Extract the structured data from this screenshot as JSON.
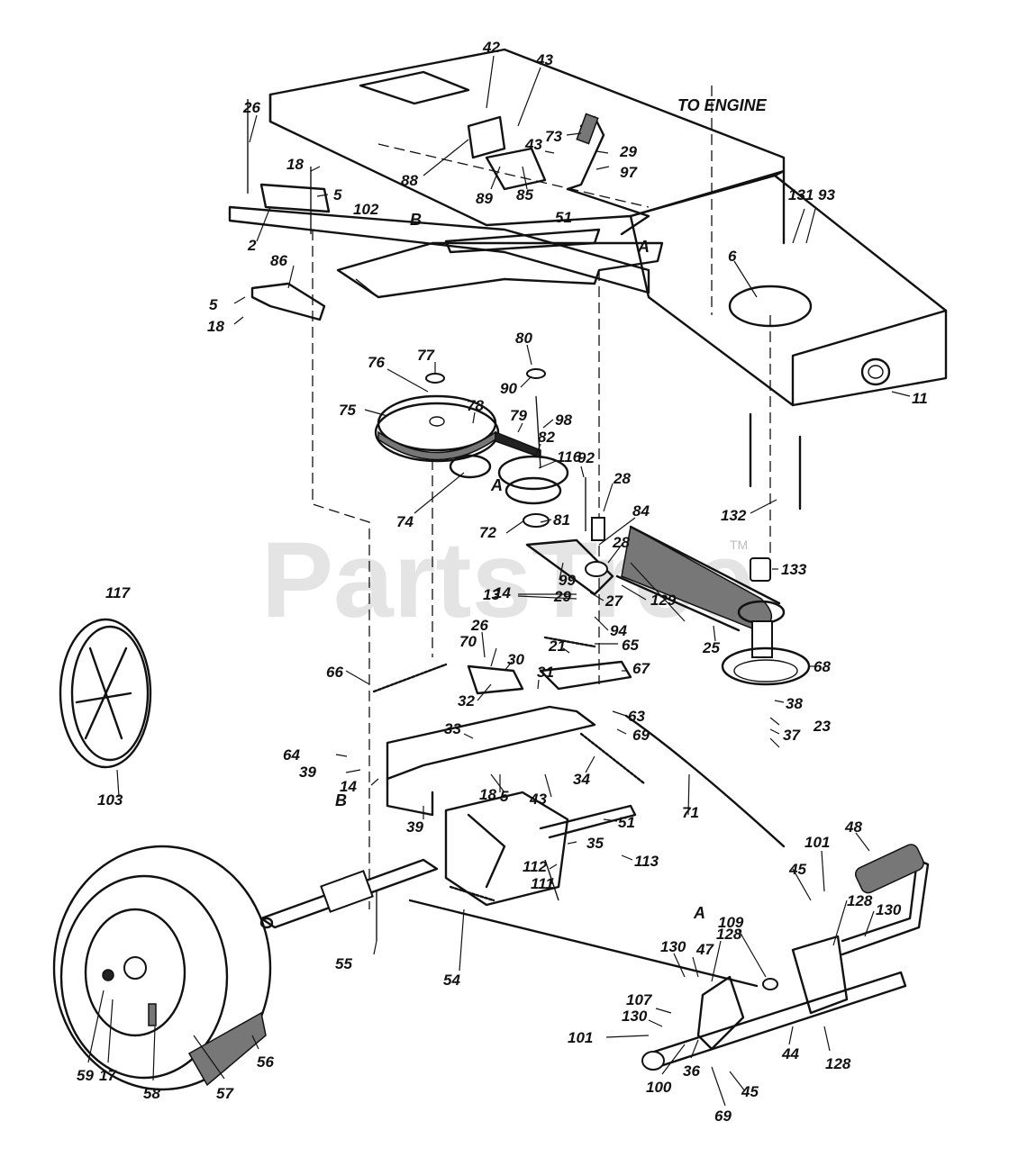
{
  "diagram": {
    "headings": {
      "to_engine": "TO ENGINE",
      "view_a_top": "A",
      "view_a_bottom": "A",
      "view_a_belt": "A",
      "view_b_top": "B",
      "view_b_bottom": "B"
    },
    "watermark": "PartsTree",
    "trademark": "TM",
    "callouts": [
      {
        "id": "c42",
        "label": "42"
      },
      {
        "id": "c43a",
        "label": "43"
      },
      {
        "id": "c26a",
        "label": "26"
      },
      {
        "id": "c73",
        "label": "73"
      },
      {
        "id": "c43b",
        "label": "43"
      },
      {
        "id": "c29a",
        "label": "29"
      },
      {
        "id": "c97",
        "label": "97"
      },
      {
        "id": "c18a",
        "label": "18"
      },
      {
        "id": "c5a",
        "label": "5"
      },
      {
        "id": "c88",
        "label": "88"
      },
      {
        "id": "c89",
        "label": "89"
      },
      {
        "id": "c85",
        "label": "85"
      },
      {
        "id": "c102",
        "label": "102"
      },
      {
        "id": "c2",
        "label": "2"
      },
      {
        "id": "c51a",
        "label": "51"
      },
      {
        "id": "c131",
        "label": "131"
      },
      {
        "id": "c93",
        "label": "93"
      },
      {
        "id": "c86",
        "label": "86"
      },
      {
        "id": "c6",
        "label": "6"
      },
      {
        "id": "c5b",
        "label": "5"
      },
      {
        "id": "c18b",
        "label": "18"
      },
      {
        "id": "c80",
        "label": "80"
      },
      {
        "id": "c77",
        "label": "77"
      },
      {
        "id": "c76",
        "label": "76"
      },
      {
        "id": "c90",
        "label": "90"
      },
      {
        "id": "c11",
        "label": "11"
      },
      {
        "id": "c78",
        "label": "78"
      },
      {
        "id": "c75",
        "label": "75"
      },
      {
        "id": "c79",
        "label": "79"
      },
      {
        "id": "c98",
        "label": "98"
      },
      {
        "id": "c82",
        "label": "82"
      },
      {
        "id": "c116",
        "label": "116"
      },
      {
        "id": "c92",
        "label": "92"
      },
      {
        "id": "c28a",
        "label": "28"
      },
      {
        "id": "c74",
        "label": "74"
      },
      {
        "id": "c132",
        "label": "132"
      },
      {
        "id": "c72",
        "label": "72"
      },
      {
        "id": "c81",
        "label": "81"
      },
      {
        "id": "c84",
        "label": "84"
      },
      {
        "id": "c28b",
        "label": "28"
      },
      {
        "id": "c133",
        "label": "133"
      },
      {
        "id": "c117",
        "label": "117"
      },
      {
        "id": "c99",
        "label": "99"
      },
      {
        "id": "c13",
        "label": "13"
      },
      {
        "id": "c14a",
        "label": "14"
      },
      {
        "id": "c29b",
        "label": "29"
      },
      {
        "id": "c27",
        "label": "27"
      },
      {
        "id": "c129",
        "label": "129"
      },
      {
        "id": "c94",
        "label": "94"
      },
      {
        "id": "c26b",
        "label": "26"
      },
      {
        "id": "c65",
        "label": "65"
      },
      {
        "id": "c25",
        "label": "25"
      },
      {
        "id": "c70",
        "label": "70"
      },
      {
        "id": "c68",
        "label": "68"
      },
      {
        "id": "c21",
        "label": "21"
      },
      {
        "id": "c30",
        "label": "30"
      },
      {
        "id": "c67",
        "label": "67"
      },
      {
        "id": "c66",
        "label": "66"
      },
      {
        "id": "c31",
        "label": "31"
      },
      {
        "id": "c32",
        "label": "32"
      },
      {
        "id": "c38",
        "label": "38"
      },
      {
        "id": "c33",
        "label": "33"
      },
      {
        "id": "c63",
        "label": "63"
      },
      {
        "id": "c23",
        "label": "23"
      },
      {
        "id": "c37",
        "label": "37"
      },
      {
        "id": "c69a",
        "label": "69"
      },
      {
        "id": "c64",
        "label": "64"
      },
      {
        "id": "c39a",
        "label": "39"
      },
      {
        "id": "c14b",
        "label": "14"
      },
      {
        "id": "c34",
        "label": "34"
      },
      {
        "id": "c18c",
        "label": "18"
      },
      {
        "id": "c5c",
        "label": "5"
      },
      {
        "id": "c43c",
        "label": "43"
      },
      {
        "id": "c103",
        "label": "103"
      },
      {
        "id": "c71",
        "label": "71"
      },
      {
        "id": "c39b",
        "label": "39"
      },
      {
        "id": "c51b",
        "label": "51"
      },
      {
        "id": "c48",
        "label": "48"
      },
      {
        "id": "c101a",
        "label": "101"
      },
      {
        "id": "c35",
        "label": "35"
      },
      {
        "id": "c113",
        "label": "113"
      },
      {
        "id": "c45a",
        "label": "45"
      },
      {
        "id": "c112",
        "label": "112"
      },
      {
        "id": "c111",
        "label": "111"
      },
      {
        "id": "c128a",
        "label": "128"
      },
      {
        "id": "c130a",
        "label": "130"
      },
      {
        "id": "c109",
        "label": "109"
      },
      {
        "id": "c55",
        "label": "55"
      },
      {
        "id": "c54",
        "label": "54"
      },
      {
        "id": "c130b",
        "label": "130"
      },
      {
        "id": "c47",
        "label": "47"
      },
      {
        "id": "c128b",
        "label": "128"
      },
      {
        "id": "c107",
        "label": "107"
      },
      {
        "id": "c130c",
        "label": "130"
      },
      {
        "id": "c101b",
        "label": "101"
      },
      {
        "id": "c44",
        "label": "44"
      },
      {
        "id": "c128c",
        "label": "128"
      },
      {
        "id": "c59",
        "label": "59"
      },
      {
        "id": "c17",
        "label": "17"
      },
      {
        "id": "c56",
        "label": "56"
      },
      {
        "id": "c58",
        "label": "58"
      },
      {
        "id": "c57",
        "label": "57"
      },
      {
        "id": "c36",
        "label": "36"
      },
      {
        "id": "c100",
        "label": "100"
      },
      {
        "id": "c45b",
        "label": "45"
      },
      {
        "id": "c69b",
        "label": "69"
      }
    ]
  }
}
